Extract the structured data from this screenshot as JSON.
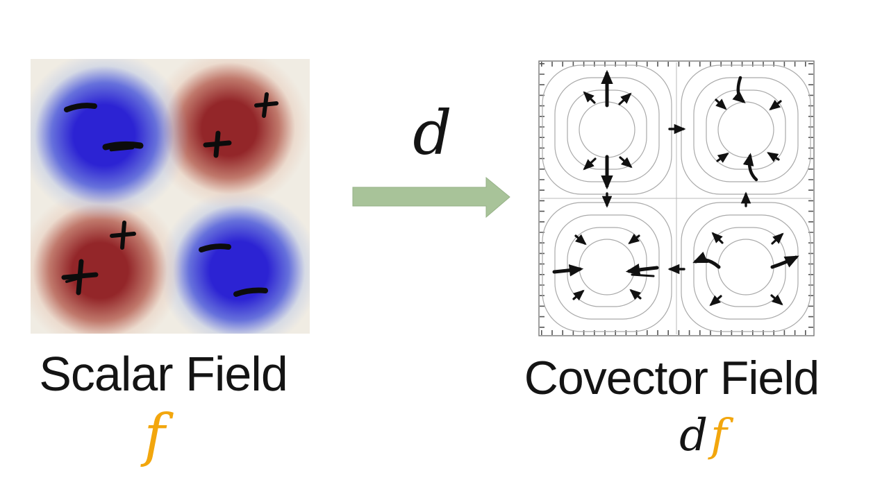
{
  "diagram": {
    "left_title": "Scalar Field",
    "left_symbol": "f",
    "operator": "d",
    "right_title": "Covector Field",
    "right_symbol_d": "d",
    "right_symbol_f": "f"
  },
  "colors": {
    "gold": "#F2A60D",
    "green": "#A8C399",
    "ink": "#111111",
    "blob_blue": "#2C23D3",
    "blob_red": "#932629",
    "heatmap_background": "#F0ECE3",
    "contour_gray": "#A9A9A9"
  },
  "scalar_field_panel": {
    "type": "heatmap",
    "quadrants": [
      {
        "position": "top-left",
        "color": "blue",
        "sign": "−",
        "sign_count": 2
      },
      {
        "position": "top-right",
        "color": "red",
        "sign": "+",
        "sign_count": 2
      },
      {
        "position": "bottom-left",
        "color": "red",
        "sign": "+",
        "sign_count": 2
      },
      {
        "position": "bottom-right",
        "color": "blue",
        "sign": "−",
        "sign_count": 2
      }
    ]
  },
  "covector_field_panel": {
    "type": "contour-plot-with-arrows",
    "rings_per_quadrant": 4,
    "quadrants": [
      {
        "position": "top-left",
        "arrow_direction": "outward"
      },
      {
        "position": "top-right",
        "arrow_direction": "inward"
      },
      {
        "position": "bottom-left",
        "arrow_direction": "inward"
      },
      {
        "position": "bottom-right",
        "arrow_direction": "outward"
      }
    ]
  }
}
